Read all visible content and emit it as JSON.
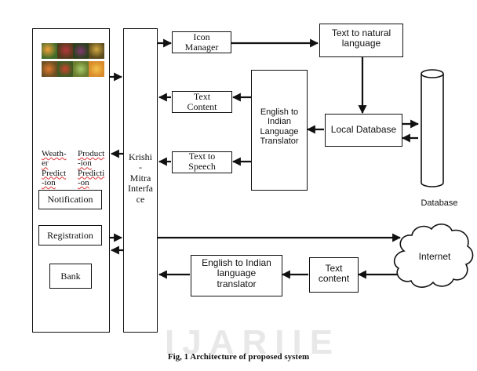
{
  "caption": "Fig, 1 Architecture of proposed system",
  "watermark": "IJARIIE",
  "left_panel": {
    "weather": "Weath-\ner\nPredict\n-ion",
    "production": "Product\n-ion\nPredicti\n-on",
    "notification": "Notification",
    "registration": "Registration",
    "bank": "Bank"
  },
  "interface_label": "Krishi\n-\nMitra\nInterfa\nce",
  "icon_manager": "Icon\nManager",
  "text_content": "Text\nContent",
  "text_to_speech": "Text to\nSpeech",
  "translator_middle": "English to\nIndian\nLanguage\nTranslator",
  "text_to_natural": "Text to natural\nlanguage",
  "local_database": "Local Database",
  "database_label": "Database",
  "internet_label": "Internet",
  "text_content_lower": "Text\ncontent",
  "translator_bottom": "English to Indian\nlanguage\ntranslator",
  "colors": {
    "stroke": "#111111",
    "watermark": "#e8e8e8",
    "spell_underline": "#d33333"
  }
}
